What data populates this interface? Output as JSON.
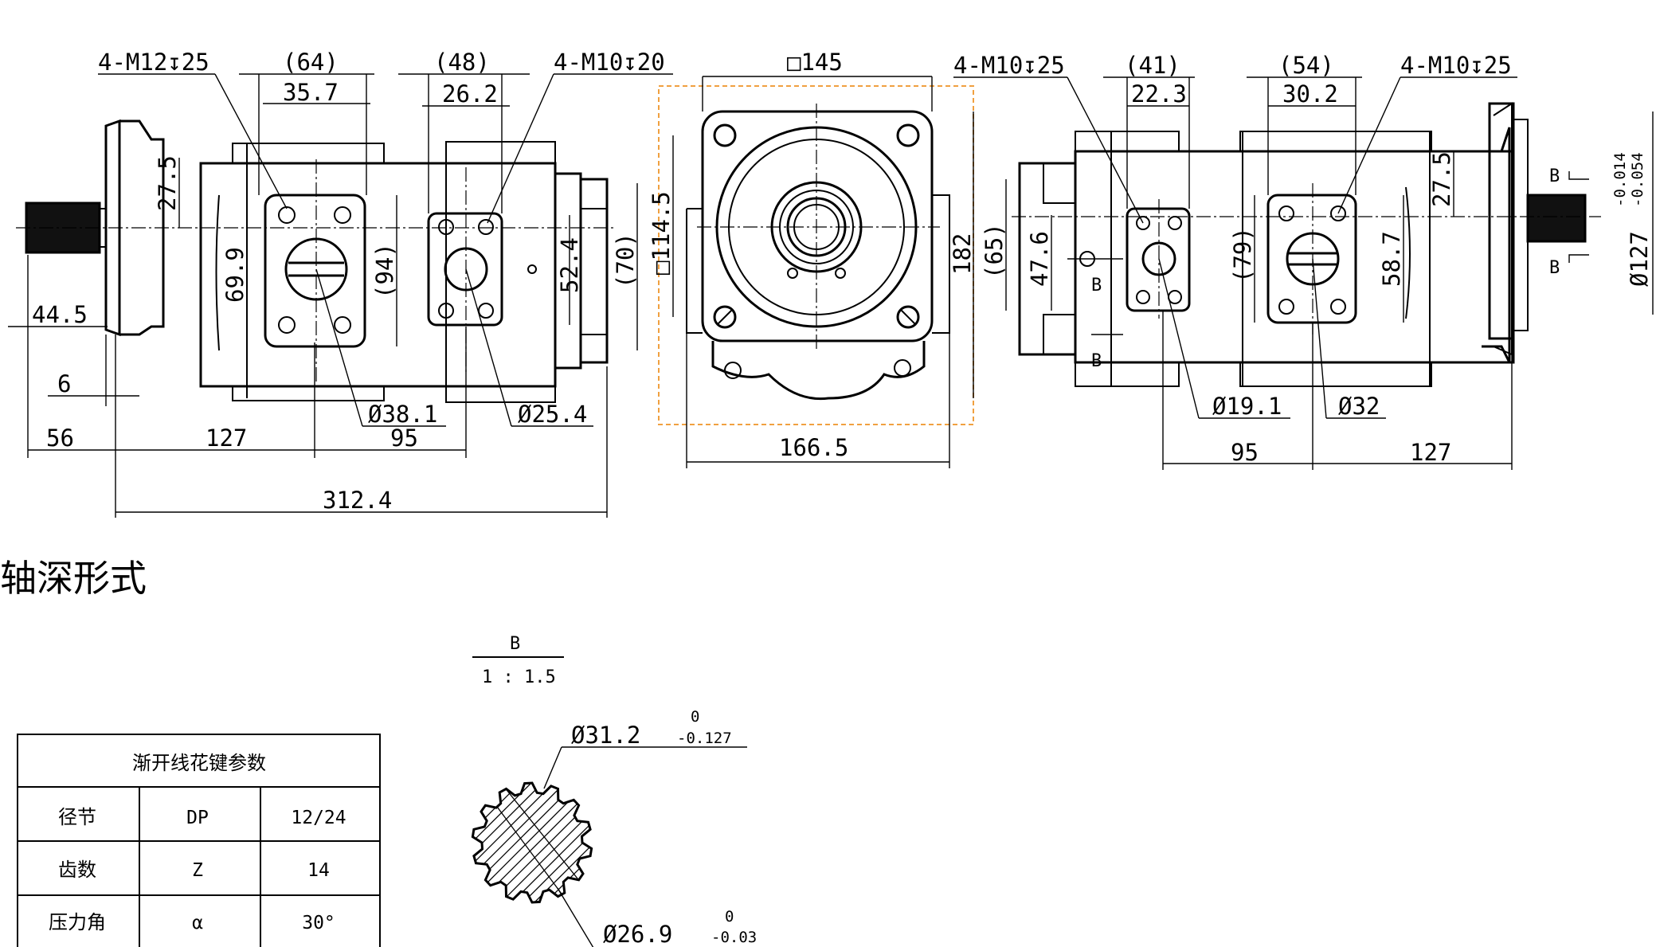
{
  "side_view_left": {
    "dims": {
      "thread_big": "4-M12↧25",
      "d64": "(64)",
      "d35_7": "35.7",
      "d48": "(48)",
      "d26_2": "26.2",
      "thread_mid": "4-M10↧20",
      "d27_5": "27.5",
      "d69_9": "69.9",
      "d94": "(94)",
      "d52_4": "52.4",
      "d70": "(70)",
      "d44_5": "44.5",
      "d6": "6",
      "d56": "56",
      "d127": "127",
      "d95": "95",
      "d312_4": "312.4",
      "port38": "Ø38.1",
      "port25": "Ø25.4"
    }
  },
  "front_view": {
    "dims": {
      "sq145": "□145",
      "sq114_5": "□114.5",
      "d182": "182",
      "d166_5": "166.5"
    }
  },
  "side_view_right": {
    "dims": {
      "thread_a": "4-M10↧25",
      "d41": "(41)",
      "d22_3": "22.3",
      "d54": "(54)",
      "d30_2": "30.2",
      "thread_b": "4-M10↧25",
      "d65": "(65)",
      "d47_6": "47.6",
      "d79": "(79)",
      "d58_7": "58.7",
      "d27_5": "27.5",
      "port19": "Ø19.1",
      "port32": "Ø32",
      "d95": "95",
      "d127": "127",
      "dia127": "Ø127",
      "tol_upper": "-0.014",
      "tol_lower": "-0.054",
      "section_mark": "B"
    }
  },
  "section_title": "轴深形式",
  "detail_view": {
    "label": "B",
    "scale": "1 : 1.5",
    "outer_dia": "Ø31.2",
    "outer_tol_upper": "0",
    "outer_tol_lower": "-0.127",
    "inner_dia": "Ø26.9",
    "inner_tol_upper": "0",
    "inner_tol_lower": "-0.03"
  },
  "spline_table": {
    "title": "渐开线花键参数",
    "rows": [
      {
        "name": "径节",
        "symbol": "DP",
        "value": "12/24"
      },
      {
        "name": "齿数",
        "symbol": "Z",
        "value": "14"
      },
      {
        "name": "压力角",
        "symbol": "α",
        "value": "30°"
      }
    ]
  },
  "colors": {
    "line": "#000000",
    "highlight_box": "#f0a040"
  }
}
